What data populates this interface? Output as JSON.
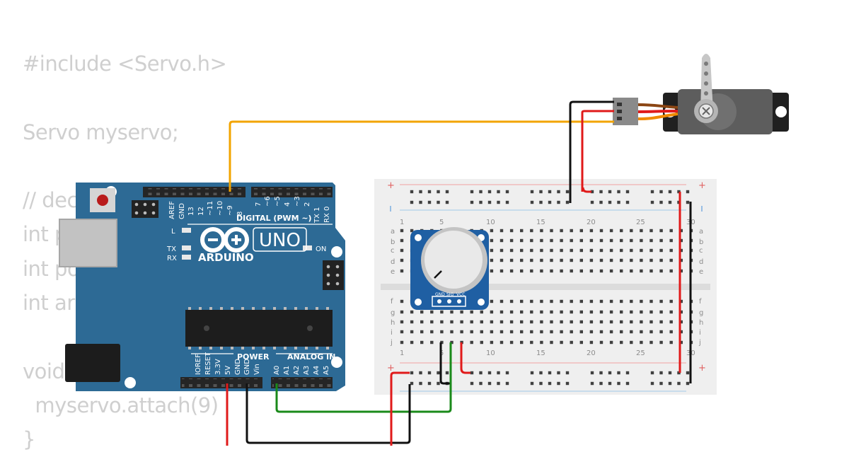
{
  "code_lines": [
    "#include <Servo.h>",
    "",
    "Servo myservo;",
    "",
    "// dec",
    "int p",
    "int po",
    "int ar",
    "",
    "void",
    "  myservo.attach(9)",
    "}"
  ],
  "arduino": {
    "brand": "ARDUINO",
    "model": "UNO",
    "digital_label": "DIGITAL (PWM ~)",
    "power_label": "POWER",
    "analog_label": "ANALOG IN",
    "on_label": "ON",
    "led_l": "L",
    "led_tx": "TX",
    "led_rx": "RX",
    "digital_pins": [
      "AREF",
      "GND",
      "13",
      "12",
      "~11",
      "~10",
      "~9",
      "8",
      "7",
      "~6",
      "~5",
      "4",
      "~3",
      "2",
      "TX 1",
      "RX 0"
    ],
    "power_pins": [
      "IOREF",
      "RESET",
      "3.3V",
      "5V",
      "GND",
      "GND",
      "Vin"
    ],
    "analog_pins": [
      "A0",
      "A1",
      "A2",
      "A3",
      "A4",
      "A5"
    ]
  },
  "breadboard": {
    "columns": [
      "1",
      "5",
      "10",
      "15",
      "20",
      "25",
      "30"
    ],
    "rows_top": [
      "a",
      "b",
      "c",
      "d",
      "e"
    ],
    "rows_bottom": [
      "f",
      "g",
      "h",
      "i",
      "j"
    ],
    "plus": "+"
  },
  "potentiometer": {
    "pins": [
      "GND",
      "SIG",
      "VCC"
    ]
  },
  "colors": {
    "board": "#2d6a95",
    "wire_signal": "#f2a400",
    "wire_power": "#e01a1a",
    "wire_ground": "#111111",
    "wire_analog": "#1a8a1a",
    "pot_board": "#1f5fa3"
  }
}
